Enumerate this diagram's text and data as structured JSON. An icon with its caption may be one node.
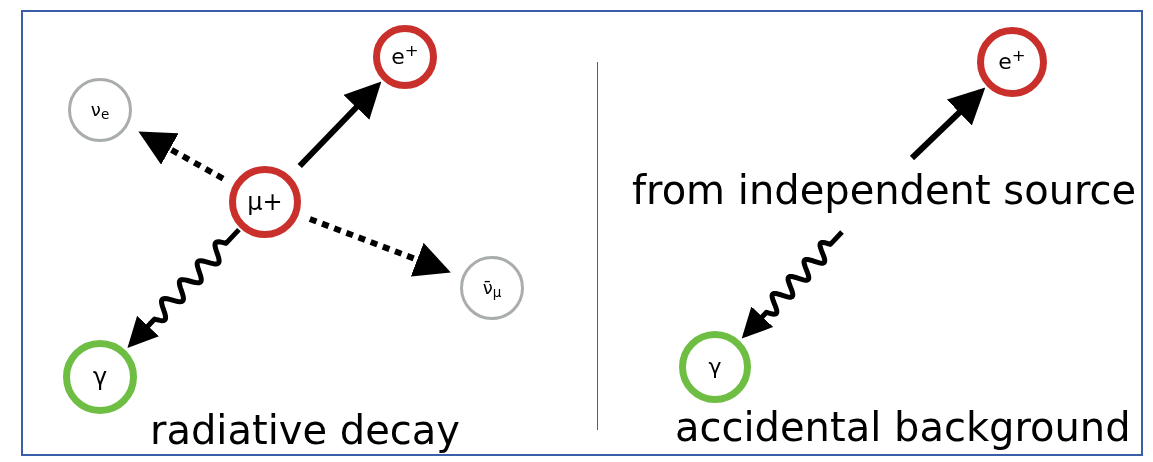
{
  "diagram": {
    "nodes": [
      {
        "text": [
          "μ+"
        ]
      },
      {
        "text": [
          "e$^{+}$"
        ]
      },
      {
        "text": [
          "ν$_{e}$"
        ]
      },
      {
        "text": [
          "ν̄$_{μ}$"
        ]
      },
      {
        "text": [
          "γ"
        ]
      },
      {
        "text": [
          "e$^{+}$"
        ]
      },
      {
        "text": [
          "γ"
        ]
      }
    ],
    "edges": [
      {
        "from": 0,
        "to": 1,
        "arrow": "to"
      },
      {
        "from": 0,
        "to": 2,
        "arrow": "to",
        "style": "dashed"
      },
      {
        "from": 0,
        "to": 3,
        "arrow": "to",
        "style": "dashed"
      },
      {
        "from": 0,
        "to": 4,
        "arrow": "to"
      },
      {
        "from": null,
        "to": 5,
        "arrow": "to"
      },
      {
        "from": null,
        "to": 6,
        "arrow": "to"
      }
    ],
    "labels": [
      "radiative decay",
      "from independent source",
      "accidental background"
    ]
  }
}
